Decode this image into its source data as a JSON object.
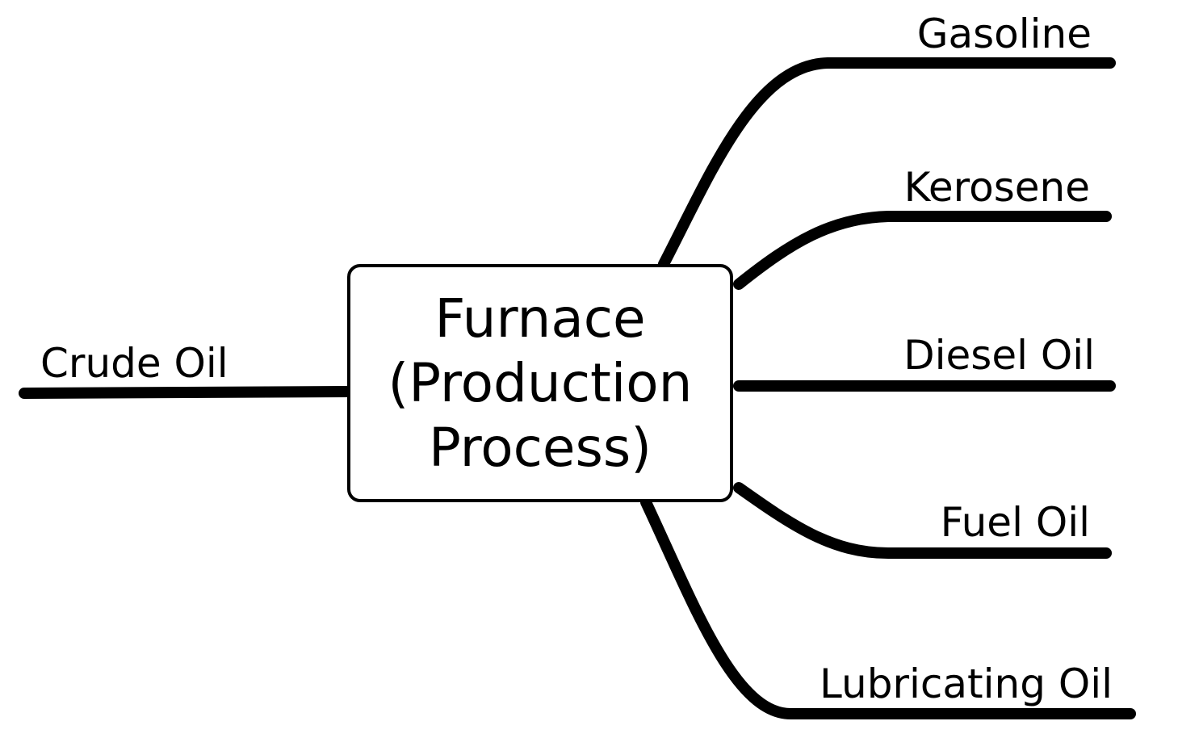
{
  "central_node": {
    "lines": [
      "Furnace",
      "(Production",
      "Process)"
    ]
  },
  "input_node": {
    "label": "Crude Oil"
  },
  "output_nodes": [
    {
      "label": "Gasoline"
    },
    {
      "label": "Kerosene"
    },
    {
      "label": "Diesel Oil"
    },
    {
      "label": "Fuel Oil"
    },
    {
      "label": "Lubricating Oil"
    }
  ],
  "colors": {
    "line": "#000000",
    "background": "#ffffff",
    "text": "#000000"
  }
}
